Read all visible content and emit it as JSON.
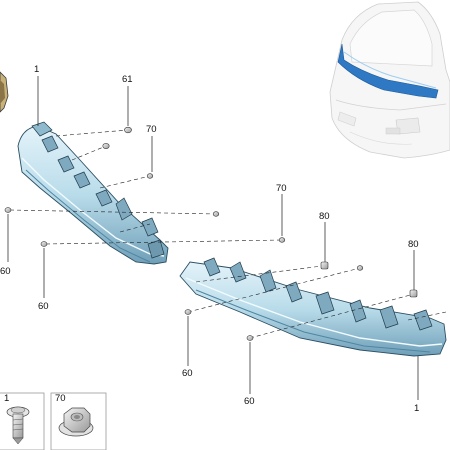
{
  "callouts": {
    "c1_top": "1",
    "c61": "61",
    "c70_top": "70",
    "c70_mid": "70",
    "c80_a": "80",
    "c80_b": "80",
    "c60_left": "60",
    "c60_leftlow": "60",
    "c60_mid": "60",
    "c60_bottom": "60",
    "c1_bottom": "1"
  },
  "legend": {
    "item1_number": "1",
    "item2_number": "70"
  },
  "colors": {
    "trim": "#b9dcea",
    "trim_dark": "#4f86a3",
    "trim_light": "#e4f3fa",
    "line": "#1a1a1a",
    "car_highlight": "#2e78c4"
  }
}
